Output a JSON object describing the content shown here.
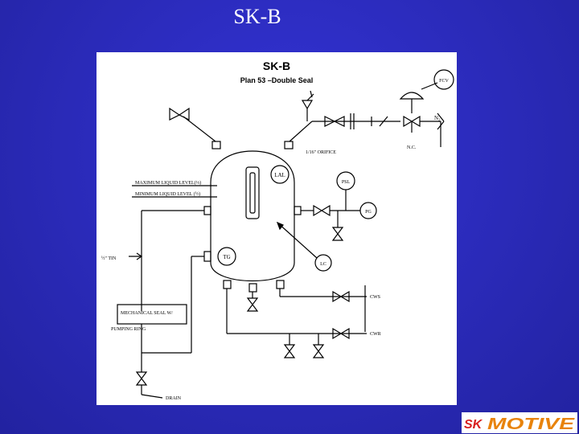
{
  "slide": {
    "title": "SK-B"
  },
  "diagram": {
    "title": "SK-B",
    "subtitle": "Plan 53 –Double Seal",
    "labels": {
      "fcv": "FCV",
      "n2": "N₂",
      "orifice": "1/16\" ORIFICE",
      "nc": "N.C.",
      "lal": "LAL",
      "psl": "PSL",
      "pg": "PG",
      "tg": "TG",
      "lc": "LC",
      "max_level": "MAXIMUM LIQUID LEVEL(⅓)",
      "min_level": "MINIMUM LIQUID LEVEL (½)",
      "tin": "½\" TIN",
      "mech_seal_1": "MECHANICAL SEAL W/",
      "mech_seal_2": "PUMPING RING",
      "cws": "CWS",
      "cwr": "CWR",
      "drain": "DRAIN"
    }
  },
  "logo": {
    "prefix": "SK",
    "word": "MOTIVE",
    "prefix_color": "#d81e1e",
    "word_color": "#e8830c"
  }
}
